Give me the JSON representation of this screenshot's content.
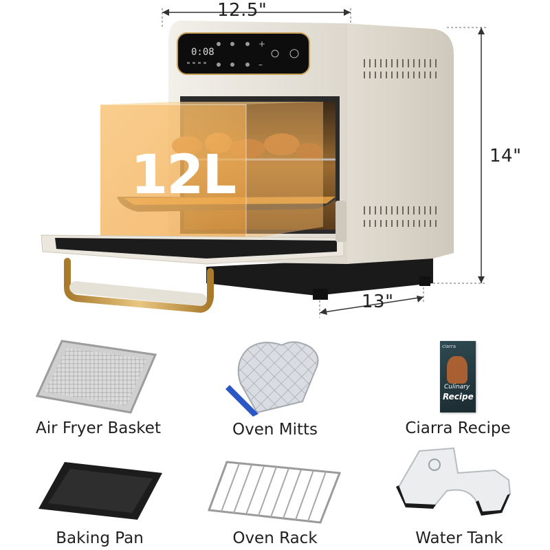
{
  "dimensions": {
    "width_label": "12.5\"",
    "height_label": "14\"",
    "depth_label": "13\""
  },
  "capacity_label": "12L",
  "control_panel": {
    "display_text": "0:08"
  },
  "recipe_book": {
    "brand": "ciarra",
    "title_line1": "Culinary",
    "title_line2": "Recipe"
  },
  "accessories": [
    {
      "label": "Air Fryer Basket"
    },
    {
      "label": "Oven Mitts"
    },
    {
      "label": "Ciarra Recipe"
    },
    {
      "label": "Baking Pan"
    },
    {
      "label": "Oven Rack"
    },
    {
      "label": "Water Tank"
    }
  ],
  "colors": {
    "body": "#ece8df",
    "accent_gold": "#c9a25a",
    "highlight_orange": "#f6b45a",
    "mitt_blue": "#2a56c6"
  }
}
